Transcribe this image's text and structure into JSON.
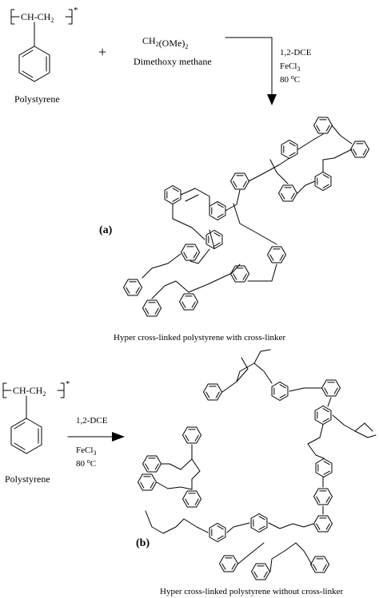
{
  "panel_a": {
    "reactant_1": {
      "repeat_unit": "CH-CH2",
      "end_mark": "*",
      "label": "Polystyrene"
    },
    "plus": "+",
    "reactant_2": {
      "formula": "CH2(OMe)2",
      "name": "Dimethoxy methane"
    },
    "conditions": [
      "1,2-DCE",
      "FeCl3",
      "80 oC"
    ],
    "panel_label": "(a)",
    "product_caption": "Hyper cross-linked polystyrene with cross-linker"
  },
  "panel_b": {
    "reactant_1": {
      "repeat_unit": "CH-CH2",
      "end_mark": "*",
      "label": "Polystyrene"
    },
    "conditions": [
      "1,2-DCE",
      "FeCl3",
      "80 oC"
    ],
    "panel_label": "(b)",
    "product_caption": "Hyper cross-linked polystyrene without cross-linker"
  }
}
